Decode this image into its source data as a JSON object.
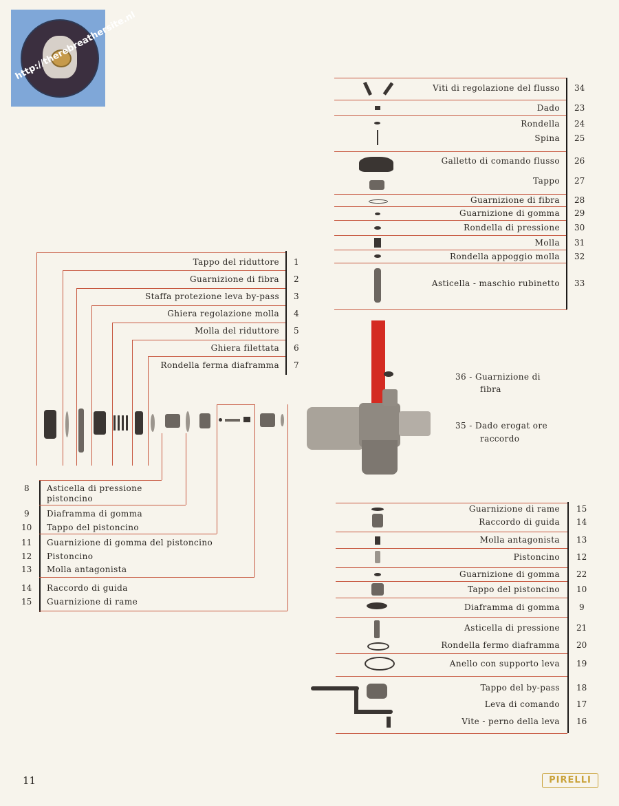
{
  "logo": {
    "url_text": "http://therebreathersite.nl"
  },
  "page_number": "11",
  "brand": "PIRELLI",
  "top_right_parts": [
    {
      "label": "Viti di regolazione del flusso",
      "num": "34"
    },
    {
      "label": "Dado",
      "num": "23"
    },
    {
      "label": "Rondella",
      "num": "24"
    },
    {
      "label": "Spina",
      "num": "25"
    },
    {
      "label": "Galletto di comando flusso",
      "num": "26"
    },
    {
      "label": "Tappo",
      "num": "27"
    },
    {
      "label": "Guarnizione di fibra",
      "num": "28"
    },
    {
      "label": "Guarnizione di gomma",
      "num": "29"
    },
    {
      "label": "Rondella di pressione",
      "num": "30"
    },
    {
      "label": "Molla",
      "num": "31"
    },
    {
      "label": "Rondella appoggio molla",
      "num": "32"
    },
    {
      "label": "Asticella - maschio rubinetto",
      "num": "33"
    }
  ],
  "left_top_parts": [
    {
      "label": "Tappo del riduttore",
      "num": "1"
    },
    {
      "label": "Guarnizione di fibra",
      "num": "2"
    },
    {
      "label": "Staffa protezione leva by-pass",
      "num": "3"
    },
    {
      "label": "Ghiera regolazione molla",
      "num": "4"
    },
    {
      "label": "Molla del riduttore",
      "num": "5"
    },
    {
      "label": "Ghiera filettata",
      "num": "6"
    },
    {
      "label": "Rondella ferma diaframma",
      "num": "7"
    }
  ],
  "left_bottom_parts": [
    {
      "num": "8",
      "label": "Asticella di pressione",
      "label2": "pistoncino"
    },
    {
      "num": "9",
      "label": "Diaframma di gomma"
    },
    {
      "num": "10",
      "label": "Tappo del pistoncino"
    },
    {
      "num": "11",
      "label": "Guarnizione di gomma del pistoncino"
    },
    {
      "num": "12",
      "label": "Pistoncino"
    },
    {
      "num": "13",
      "label": "Molla antagonista"
    },
    {
      "num": "14",
      "label": "Raccordo di guida"
    },
    {
      "num": "15",
      "label": "Guarnizione di rame"
    }
  ],
  "valve_labels": [
    {
      "num": "36",
      "label": "Guarnizione di",
      "label2": "fibra"
    },
    {
      "num": "35",
      "label": "Dado erogat ore",
      "label2": "raccordo"
    }
  ],
  "bottom_right_parts": [
    {
      "label": "Guarnizione di rame",
      "num": "15"
    },
    {
      "label": "Raccordo di guida",
      "num": "14"
    },
    {
      "label": "Molla antagonista",
      "num": "13"
    },
    {
      "label": "Pistoncino",
      "num": "12"
    },
    {
      "label": "Guarnizione di gomma",
      "num": "22"
    },
    {
      "label": "Tappo del pistoncino",
      "num": "10"
    },
    {
      "label": "Diaframma di gomma",
      "num": "9"
    },
    {
      "label": "Asticella di pressione",
      "num": "21"
    },
    {
      "label": "Rondella fermo diaframma",
      "num": "20"
    },
    {
      "label": "Anello con supporto leva",
      "num": "19"
    },
    {
      "label": "Tappo del by-pass",
      "num": "18"
    },
    {
      "label": "Leva di comando",
      "num": "17"
    },
    {
      "label": "Vite - perno della leva",
      "num": "16"
    }
  ],
  "colors": {
    "accent_line": "#c7573f",
    "red_tube": "#d42b22",
    "paper": "#f7f4ec"
  }
}
